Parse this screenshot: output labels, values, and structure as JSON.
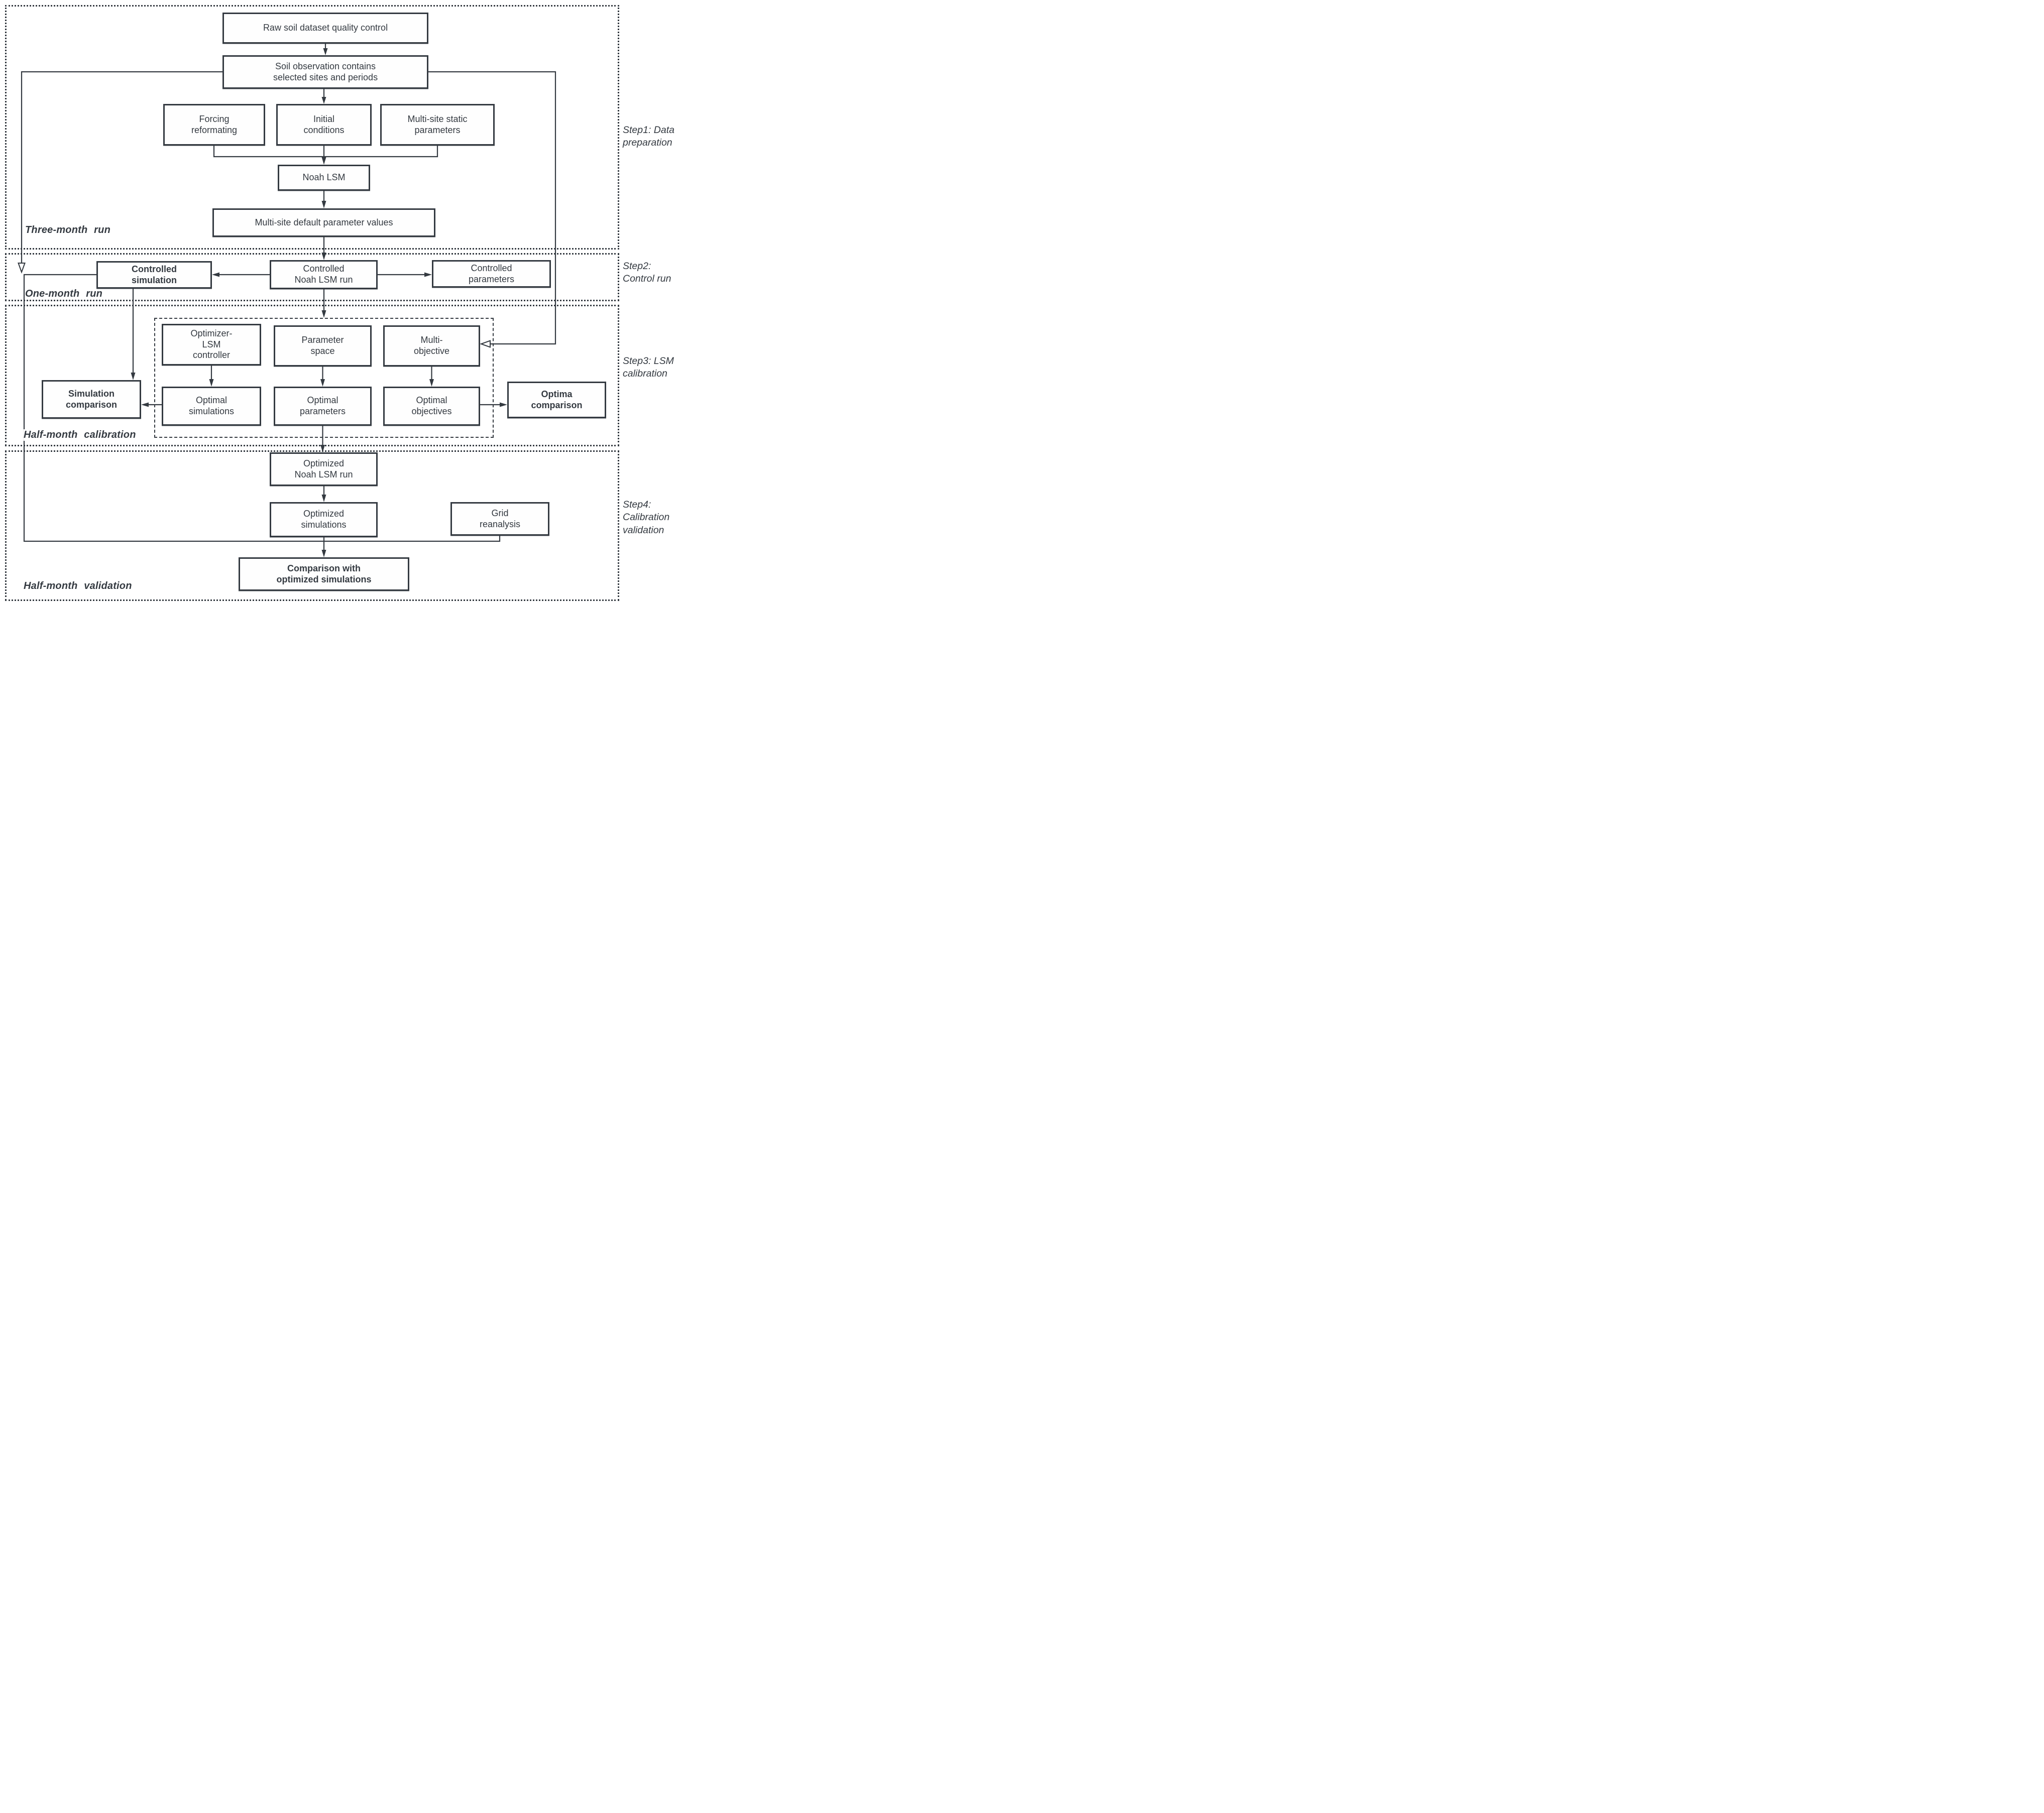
{
  "title": "Noah LSM multi-site calibration workflow flowchart",
  "colors": {
    "ink": "#343a41",
    "paper": "#ffffff"
  },
  "boxes": {
    "raw_soil": {
      "label": "Raw soil dataset quality control"
    },
    "soil_obs": {
      "label": "Soil observation contains\nselected sites and periods"
    },
    "forcing": {
      "label": "Forcing\nreformating"
    },
    "initial": {
      "label": "Initial\nconditions"
    },
    "static_par": {
      "label": "Multi-site static\nparameters"
    },
    "noah": {
      "label": "Noah LSM"
    },
    "defaults": {
      "label": "Multi-site default parameter values"
    },
    "ctrl_sim": {
      "label": "Controlled\nsimulation"
    },
    "ctrl_run": {
      "label": "Controlled\nNoah LSM run"
    },
    "ctrl_par": {
      "label": "Controlled\nparameters"
    },
    "optimizer": {
      "label": "Optimizer-\nLSM\ncontroller"
    },
    "param_space": {
      "label": "Parameter\nspace"
    },
    "multi_obj": {
      "label": "Multi-\nobjective"
    },
    "opt_sims": {
      "label": "Optimal\nsimulations"
    },
    "opt_params": {
      "label": "Optimal\nparameters"
    },
    "opt_objs": {
      "label": "Optimal\nobjectives"
    },
    "sim_comp": {
      "label": "Simulation\ncomparison"
    },
    "optima_comp": {
      "label": "Optima\ncomparison"
    },
    "optim_run": {
      "label": "Optimized\nNoah LSM run"
    },
    "optim_sims": {
      "label": "Optimized\nsimulations"
    },
    "grid": {
      "label": "Grid\nreanalysis"
    },
    "final_comp": {
      "label": "Comparison with\noptimized simulations"
    }
  },
  "section_labels": {
    "three_month": "Three-month run",
    "one_month": "One-month run",
    "half_month_calibration": "Half-month calibration",
    "half_month_validation": "Half-month validation"
  },
  "step_labels": {
    "step1": "Step1: Data\npreparation",
    "step2": "Step2:\nControl run",
    "step3": "Step3: LSM\ncalibration",
    "step4": "Step4:\nCalibration\nvalidation"
  }
}
